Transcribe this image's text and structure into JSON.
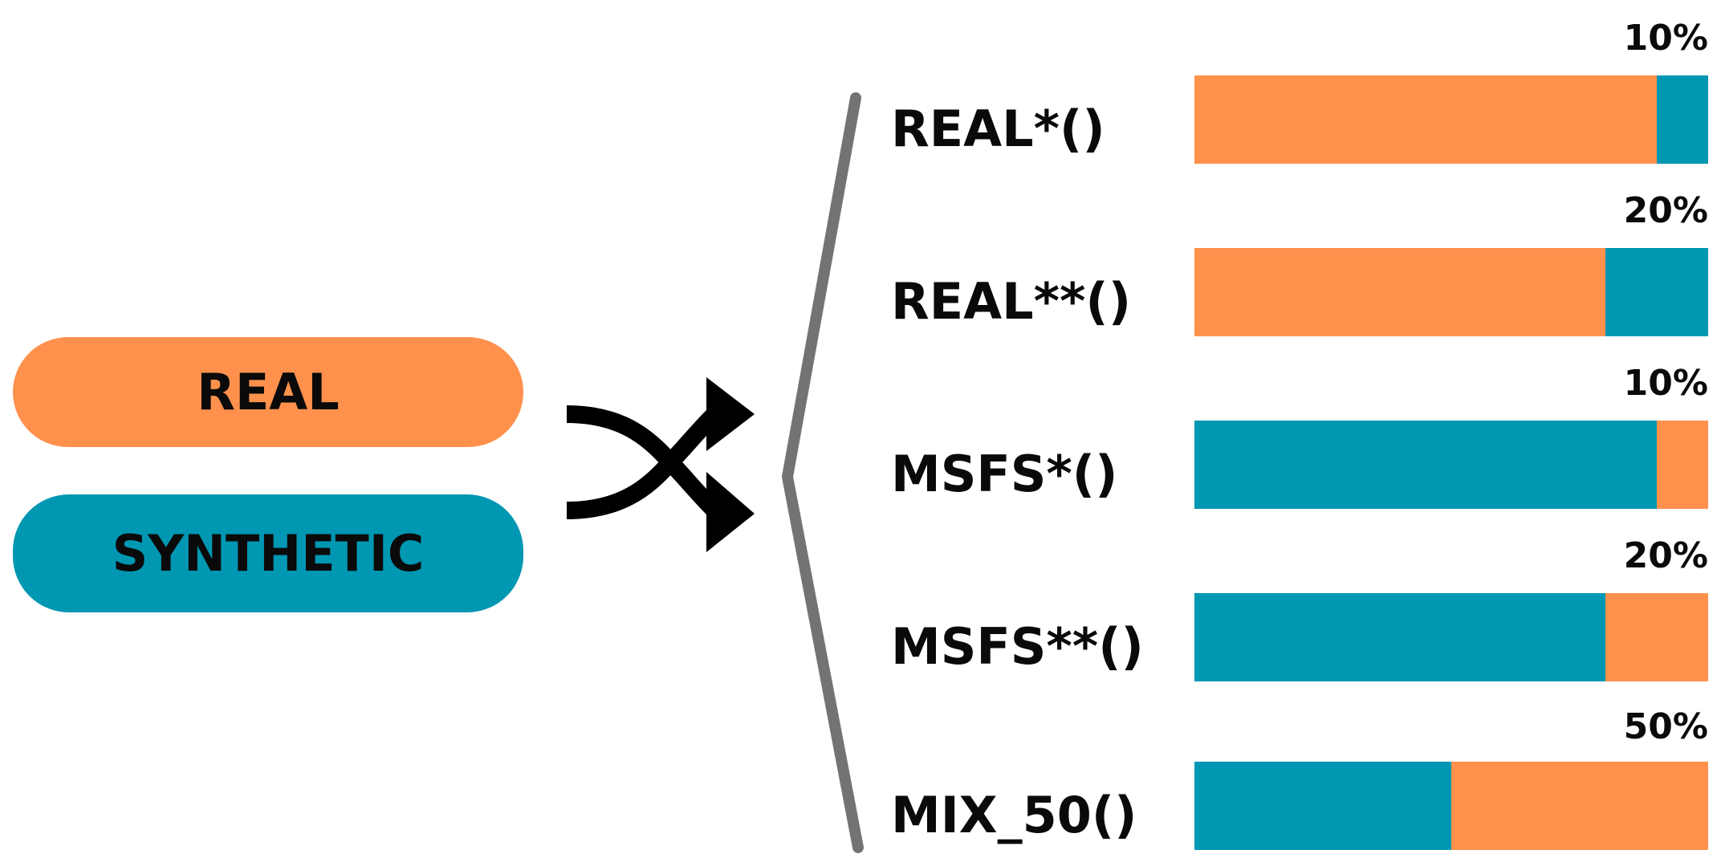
{
  "colors": {
    "real": "#FF914D",
    "synthetic": "#0097B2",
    "brace": "#737373",
    "arrow": "#000000"
  },
  "sources": [
    {
      "label": "REAL",
      "color": "#FF914D"
    },
    {
      "label": "SYNTHETIC",
      "color": "#0097B2"
    }
  ],
  "shuffle_icon": "shuffle-icon",
  "datasets": [
    {
      "name": "REAL*()",
      "percent_label": "10%",
      "segments": [
        {
          "color": "#FF914D",
          "fraction": 0.9
        },
        {
          "color": "#0097B2",
          "fraction": 0.1
        }
      ]
    },
    {
      "name": "REAL**()",
      "percent_label": "20%",
      "segments": [
        {
          "color": "#FF914D",
          "fraction": 0.8
        },
        {
          "color": "#0097B2",
          "fraction": 0.2
        }
      ]
    },
    {
      "name": "MSFS*()",
      "percent_label": "10%",
      "segments": [
        {
          "color": "#0097B2",
          "fraction": 0.9
        },
        {
          "color": "#FF914D",
          "fraction": 0.1
        }
      ]
    },
    {
      "name": "MSFS**()",
      "percent_label": "20%",
      "segments": [
        {
          "color": "#0097B2",
          "fraction": 0.8
        },
        {
          "color": "#FF914D",
          "fraction": 0.2
        }
      ]
    },
    {
      "name": "MIX_50()",
      "percent_label": "50%",
      "segments": [
        {
          "color": "#0097B2",
          "fraction": 0.5
        },
        {
          "color": "#FF914D",
          "fraction": 0.5
        }
      ]
    }
  ]
}
